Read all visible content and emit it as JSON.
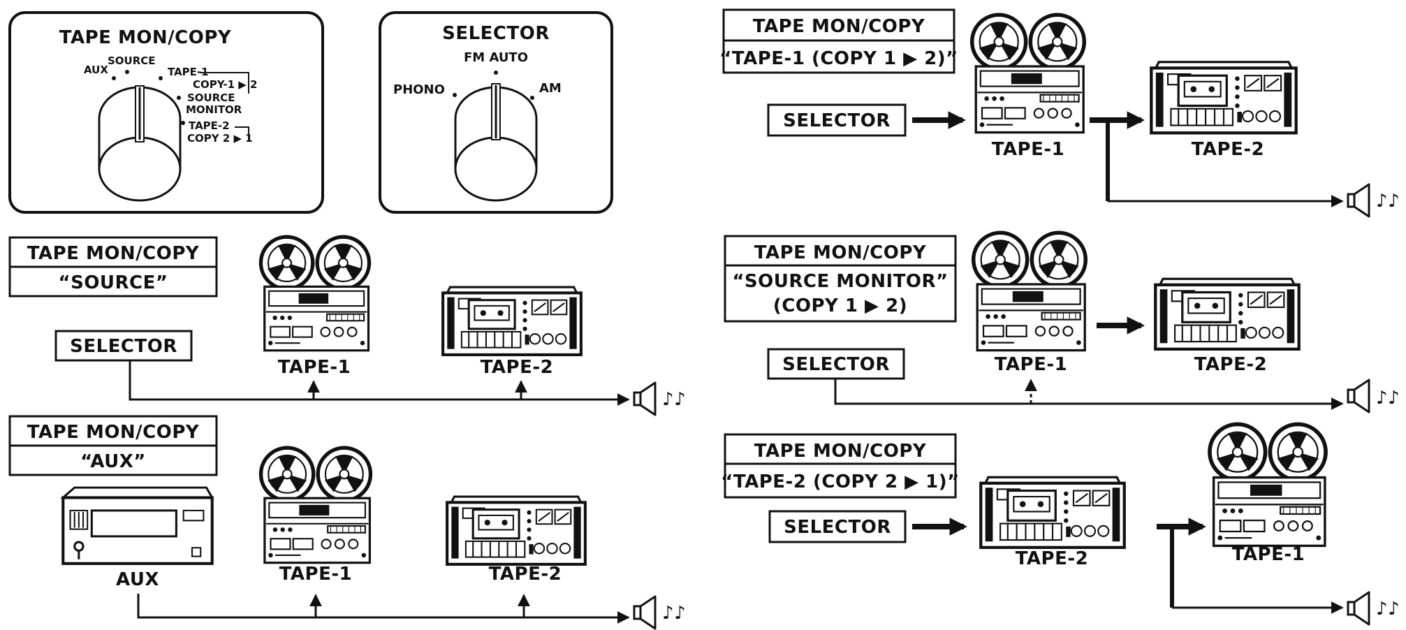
{
  "knob_panels": {
    "tape_mon_copy": {
      "title": "TAPE MON/COPY",
      "positions": {
        "aux": "AUX",
        "source": "SOURCE",
        "tape1": "TAPE-1",
        "copy12": "COPY-1 ▶ 2",
        "source_monitor_1": "SOURCE",
        "source_monitor_2": "MONITOR",
        "tape2": "TAPE-2",
        "copy21": "COPY 2 ▶ 1"
      }
    },
    "selector": {
      "title": "SELECTOR",
      "positions": {
        "phono": "PHONO",
        "fm_auto": "FM AUTO",
        "am": "AM"
      }
    }
  },
  "panels": {
    "source": {
      "title": "TAPE MON/COPY",
      "mode": "“SOURCE”",
      "selector": "SELECTOR",
      "tape1": "TAPE-1",
      "tape2": "TAPE-2"
    },
    "aux": {
      "title": "TAPE MON/COPY",
      "mode": "“AUX”",
      "aux_device": "AUX",
      "tape1": "TAPE-1",
      "tape2": "TAPE-2"
    },
    "copy12": {
      "title": "TAPE MON/COPY",
      "mode": "“TAPE-1 (COPY 1 ▶ 2)”",
      "selector": "SELECTOR",
      "tape1": "TAPE-1",
      "tape2": "TAPE-2"
    },
    "source_monitor": {
      "title": "TAPE MON/COPY",
      "mode_line1": "“SOURCE MONITOR”",
      "mode_line2": "(COPY 1 ▶ 2)",
      "selector": "SELECTOR",
      "tape1": "TAPE-1",
      "tape2": "TAPE-2"
    },
    "copy21": {
      "title": "TAPE MON/COPY",
      "mode": "“TAPE-2 (COPY 2 ▶ 1)”",
      "selector": "SELECTOR",
      "tape1": "TAPE-1",
      "tape2": "TAPE-2"
    }
  },
  "speaker_notes": "♪♪"
}
